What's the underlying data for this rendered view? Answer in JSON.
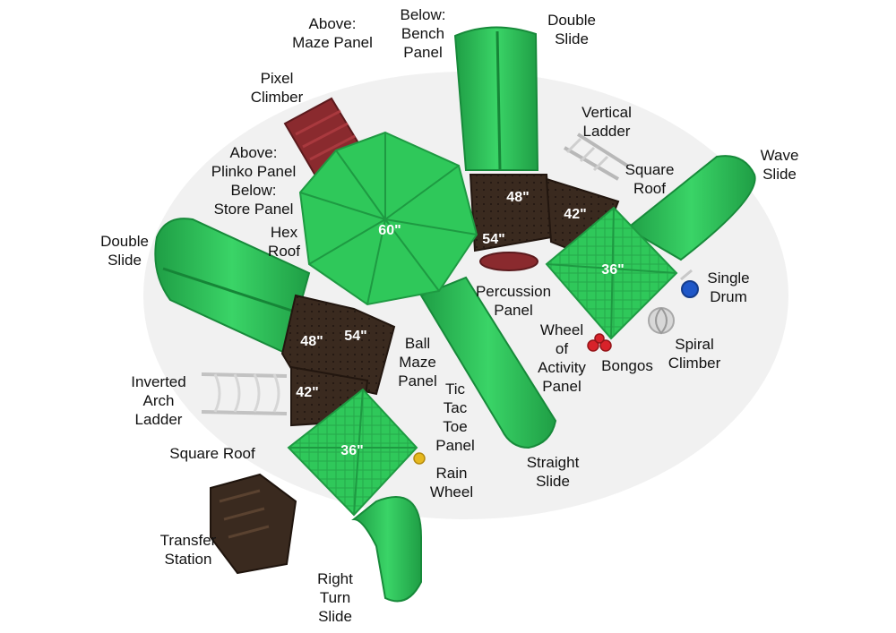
{
  "colors": {
    "roof_green": "#2fc85a",
    "roof_green_dark": "#1e9a42",
    "slide_green": "#33c45a",
    "deck_brown": "#3a2a1f",
    "maroon": "#8a2a2e",
    "metal": "#c8c8c8",
    "drum_blue": "#1f57c8",
    "bongo_red": "#d8222a",
    "label_text": "#111111"
  },
  "labels": [
    {
      "id": "above-maze-panel",
      "lines": [
        "Above:",
        "Maze Panel"
      ]
    },
    {
      "id": "below-bench-panel",
      "lines": [
        "Below:",
        "Bench",
        "Panel"
      ]
    },
    {
      "id": "double-slide-top",
      "lines": [
        "Double",
        "Slide"
      ]
    },
    {
      "id": "pixel-climber",
      "lines": [
        "Pixel",
        "Climber"
      ]
    },
    {
      "id": "vertical-ladder",
      "lines": [
        "Vertical",
        "Ladder"
      ]
    },
    {
      "id": "wave-slide",
      "lines": [
        "Wave",
        "Slide"
      ]
    },
    {
      "id": "above-plinko-below-store",
      "lines": [
        "Above:",
        "Plinko Panel",
        "Below:",
        "Store Panel"
      ]
    },
    {
      "id": "square-roof-right",
      "lines": [
        "Square",
        "Roof"
      ]
    },
    {
      "id": "hex-roof",
      "lines": [
        "Hex",
        "Roof"
      ]
    },
    {
      "id": "double-slide-left",
      "lines": [
        "Double",
        "Slide"
      ]
    },
    {
      "id": "single-drum",
      "lines": [
        "Single",
        "Drum"
      ]
    },
    {
      "id": "percussion-panel",
      "lines": [
        "Percussion",
        "Panel"
      ]
    },
    {
      "id": "wheel-of-activity-panel",
      "lines": [
        "Wheel",
        "of",
        "Activity",
        "Panel"
      ]
    },
    {
      "id": "bongos",
      "lines": [
        "Bongos"
      ]
    },
    {
      "id": "spiral-climber",
      "lines": [
        "Spiral",
        "Climber"
      ]
    },
    {
      "id": "ball-maze-panel",
      "lines": [
        "Ball",
        "Maze",
        "Panel"
      ]
    },
    {
      "id": "inverted-arch-ladder",
      "lines": [
        "Inverted",
        "Arch",
        "Ladder"
      ]
    },
    {
      "id": "tic-tac-toe-panel",
      "lines": [
        "Tic",
        "Tac",
        "Toe",
        "Panel"
      ]
    },
    {
      "id": "square-roof-left",
      "lines": [
        "Square Roof"
      ]
    },
    {
      "id": "rain-wheel",
      "lines": [
        "Rain",
        "Wheel"
      ]
    },
    {
      "id": "straight-slide",
      "lines": [
        "Straight",
        "Slide"
      ]
    },
    {
      "id": "transfer-station",
      "lines": [
        "Transfer",
        "Station"
      ]
    },
    {
      "id": "right-turn-slide",
      "lines": [
        "Right",
        "Turn",
        "Slide"
      ]
    }
  ],
  "deck_heights": [
    {
      "id": "hex-roof-height",
      "text": "60\""
    },
    {
      "id": "deck-48-top",
      "text": "48\""
    },
    {
      "id": "deck-42-top",
      "text": "42\""
    },
    {
      "id": "deck-54-top",
      "text": "54\""
    },
    {
      "id": "square-roof-36-right",
      "text": "36\""
    },
    {
      "id": "deck-48-left",
      "text": "48\""
    },
    {
      "id": "deck-54-left",
      "text": "54\""
    },
    {
      "id": "deck-42-left",
      "text": "42\""
    },
    {
      "id": "square-roof-36-left",
      "text": "36\""
    }
  ]
}
